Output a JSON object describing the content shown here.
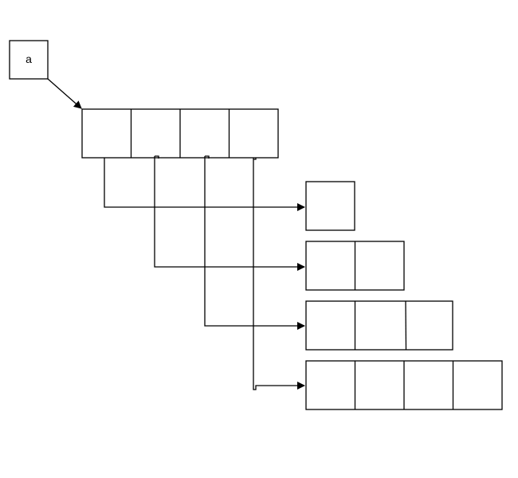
{
  "diagram": {
    "variable": {
      "label": "a"
    },
    "top_array": {
      "cells": 4
    },
    "sub_arrays": [
      {
        "cells": 1
      },
      {
        "cells": 2
      },
      {
        "cells": 3
      },
      {
        "cells": 4
      }
    ],
    "colors": {
      "stroke": "#000000",
      "fill": "#ffffff"
    }
  }
}
